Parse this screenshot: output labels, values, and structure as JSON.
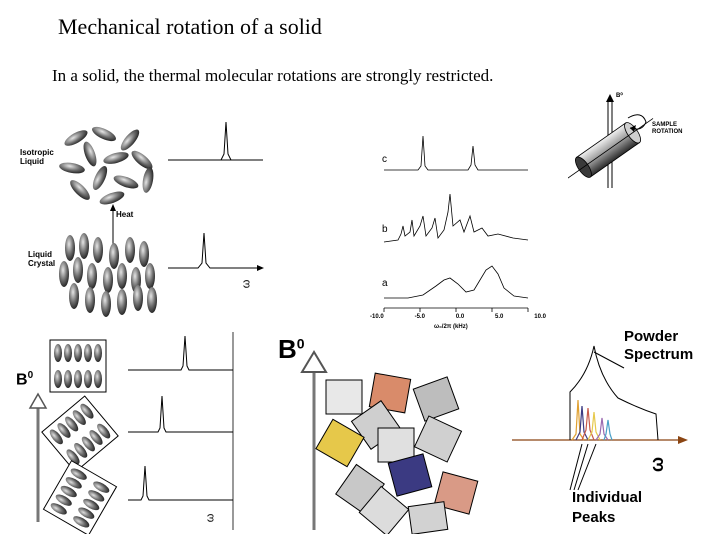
{
  "slide": {
    "title": "Mechanical rotation of a solid",
    "subtitle": "In a solid, the thermal molecular rotations are strongly restricted.",
    "bullet_glyph_title": "",
    "bullet_glyph_sub": ""
  },
  "lc_panel": {
    "isotropic_label_1": "Isotropic",
    "isotropic_label_2": "Liquid",
    "heat_label": "Heat",
    "crystal_label_1": "Liquid",
    "crystal_label_2": "Crystal",
    "omega": "ω"
  },
  "mas_panel": {
    "trace_labels": [
      "c",
      "b",
      "a"
    ],
    "x_ticks": [
      "-10.0",
      "-5.0",
      "0.0",
      "5.0",
      "10.0"
    ],
    "x_label": "ω₀/2π (kHz)",
    "field_label": "B⁰",
    "rotation_label_1": "SAMPLE",
    "rotation_label_2": "ROTATION"
  },
  "orientation_panel": {
    "field_label": "B",
    "field_sup": "0",
    "omega": "ω"
  },
  "powder_panel": {
    "field_label": "B",
    "field_sup": "0",
    "powder_label_1": "Powder",
    "powder_label_2": "Spectrum",
    "peaks_label_1": "Individual",
    "peaks_label_2": "Peaks",
    "omega": "ω"
  }
}
